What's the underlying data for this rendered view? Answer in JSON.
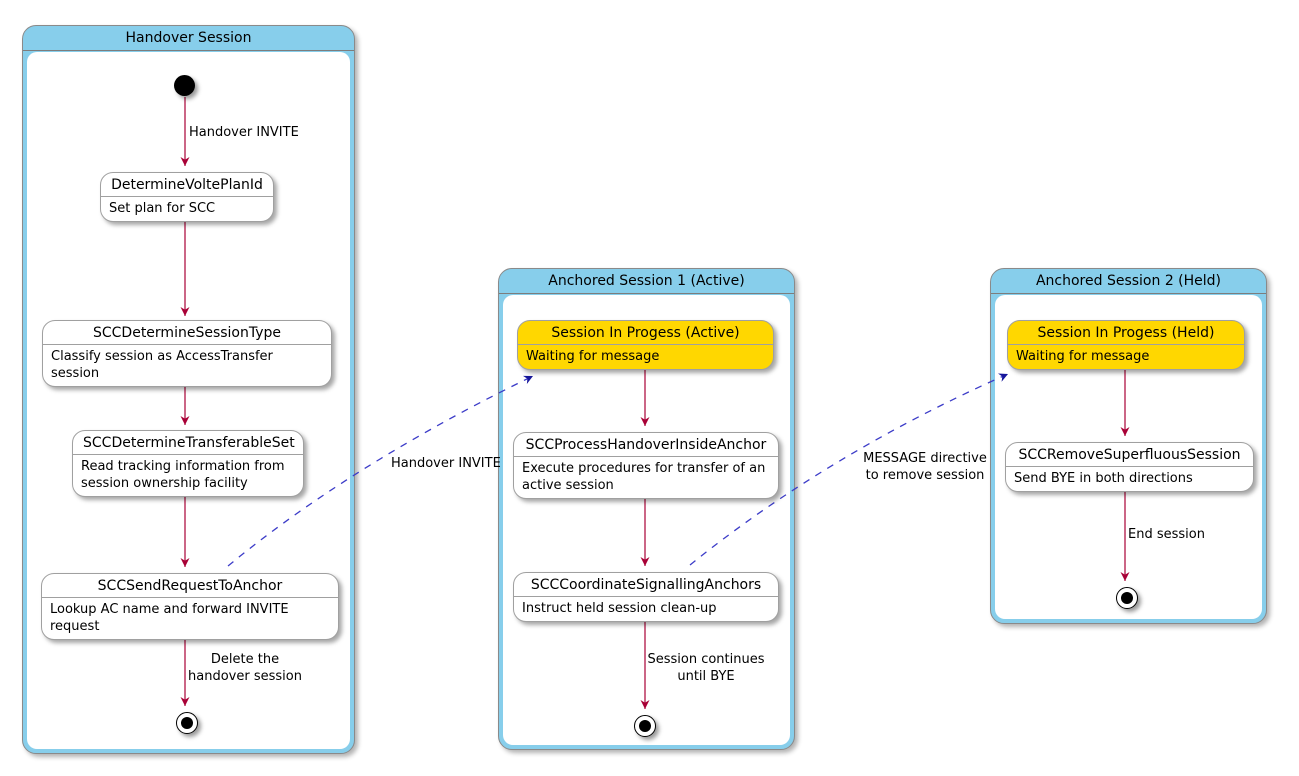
{
  "diagram_type": "state-activity-diagram",
  "colors": {
    "container_header": "#87CEEB",
    "transition_arrow": "#A80036",
    "dashed_transition_arrow": "#3C3CC8",
    "dashed_arrowhead": "#16169B",
    "highlight_state_fill": "#FFD700",
    "state_border": "#A0A0A0"
  },
  "containers": [
    {
      "title": "Handover Session",
      "states": [
        {
          "name": "DetermineVoltePlanId",
          "desc": "Set plan for SCC"
        },
        {
          "name": "SCCDetermineSessionType",
          "desc": "Classify session as AccessTransfer session"
        },
        {
          "name": "SCCDetermineTransferableSet",
          "desc": "Read tracking information from\nsession ownership facility"
        },
        {
          "name": "SCCSendRequestToAnchor",
          "desc": "Lookup AC name and forward INVITE request"
        }
      ]
    },
    {
      "title": "Anchored Session 1 (Active)",
      "states": [
        {
          "name": "Session In Progess (Active)",
          "desc": "Waiting for message"
        },
        {
          "name": "SCCProcessHandoverInsideAnchor",
          "desc": "Execute procedures for transfer of an\nactive session"
        },
        {
          "name": "SCCCoordinateSignallingAnchors",
          "desc": "Instruct held session clean-up"
        }
      ]
    },
    {
      "title": "Anchored Session 2 (Held)",
      "states": [
        {
          "name": "Session In Progess (Held)",
          "desc": "Waiting for message"
        },
        {
          "name": "SCCRemoveSuperfluousSession",
          "desc": "Send BYE in both directions"
        }
      ]
    }
  ],
  "edge_labels": {
    "handover_invite_initial": "Handover INVITE",
    "delete_handover": "Delete the\nhandover session",
    "session_continues": "Session continues\nuntil BYE",
    "end_session": "End session",
    "handover_invite_dashed": "Handover INVITE",
    "message_directive": "MESSAGE directive\nto remove session"
  }
}
